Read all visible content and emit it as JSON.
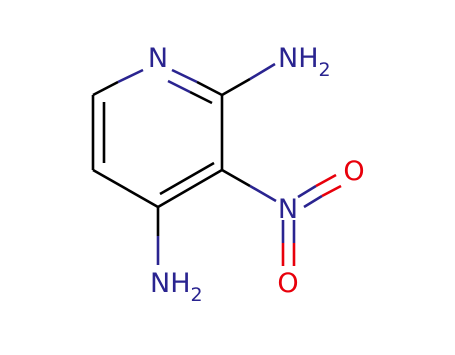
{
  "molecule": {
    "atoms": {
      "ring_n": {
        "symbol": "N"
      },
      "nh2_top": {
        "symbol": "NH",
        "subscript": "2"
      },
      "nh2_bottom": {
        "symbol": "NH",
        "subscript": "2"
      },
      "nitro_n": {
        "symbol": "N"
      },
      "nitro_o1": {
        "symbol": "O"
      },
      "nitro_o2": {
        "symbol": "O"
      }
    }
  },
  "colors": {
    "background": "#ffffff",
    "bond": "#000000",
    "nitrogen": "#2a2490",
    "oxygen": "#e8000b"
  }
}
